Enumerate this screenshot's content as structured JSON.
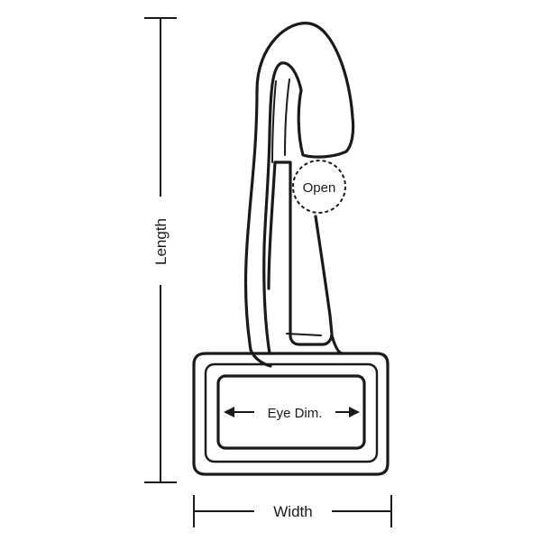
{
  "labels": {
    "length": "Length",
    "open": "Open",
    "eye_dim": "Eye Dim.",
    "width": "Width"
  }
}
